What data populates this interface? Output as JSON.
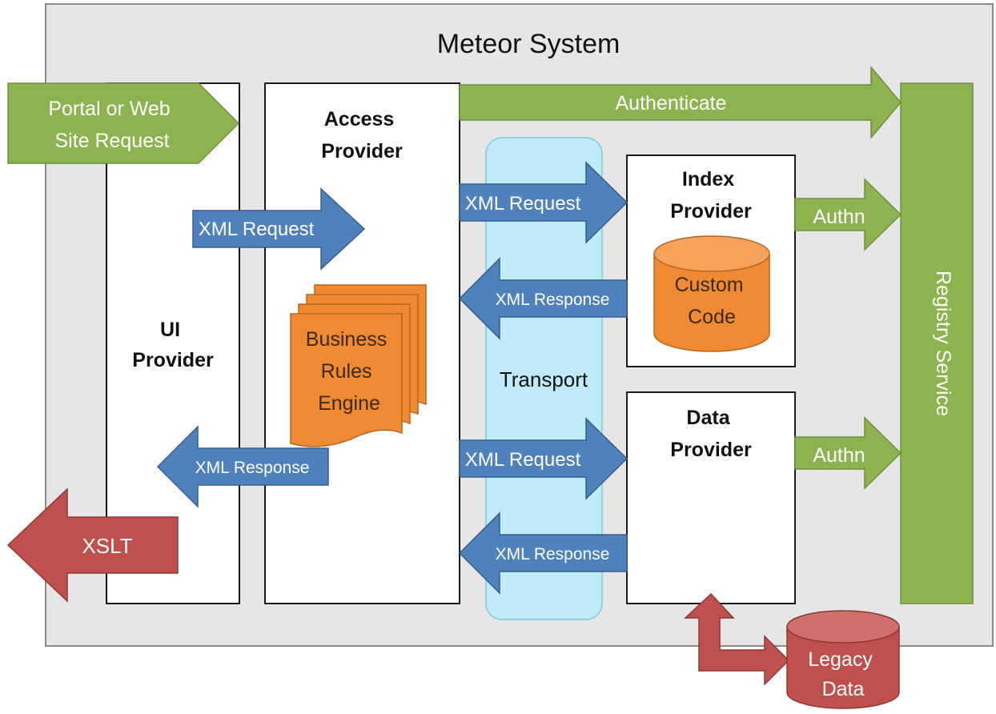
{
  "system": {
    "title": "Meteor System"
  },
  "ui_provider": {
    "label": [
      "UI",
      "Provider"
    ]
  },
  "access_provider": {
    "label": [
      "Access",
      "Provider"
    ]
  },
  "index_provider": {
    "label": [
      "Index",
      "Provider"
    ]
  },
  "data_provider": {
    "label": [
      "Data",
      "Provider"
    ]
  },
  "registry": {
    "label": "Registry Service"
  },
  "transport": {
    "label": "Transport"
  },
  "business_rules": {
    "label": [
      "Business",
      "Rules",
      "Engine"
    ]
  },
  "custom_code": {
    "label": [
      "Custom",
      "Code"
    ]
  },
  "legacy_data": {
    "label": [
      "Legacy",
      "Data"
    ]
  },
  "arrows": {
    "portal_request": [
      "Portal or Web",
      "Site Request"
    ],
    "authenticate": "Authenticate",
    "ui_xml_request": "XML Request",
    "ui_xml_response": "XML Response",
    "xslt": "XSLT",
    "index_xml_request": "XML Request",
    "index_xml_response": "XML Response",
    "data_xml_request": "XML Request",
    "data_xml_response": "XML Response",
    "index_authn": "Authn",
    "data_authn": "Authn"
  },
  "colors": {
    "green": "#8db350",
    "blue": "#4f81bd",
    "red": "#c0504d",
    "orange": "#f08a32",
    "transport": "#bfeaf7",
    "panel": "#e6e6e6"
  }
}
